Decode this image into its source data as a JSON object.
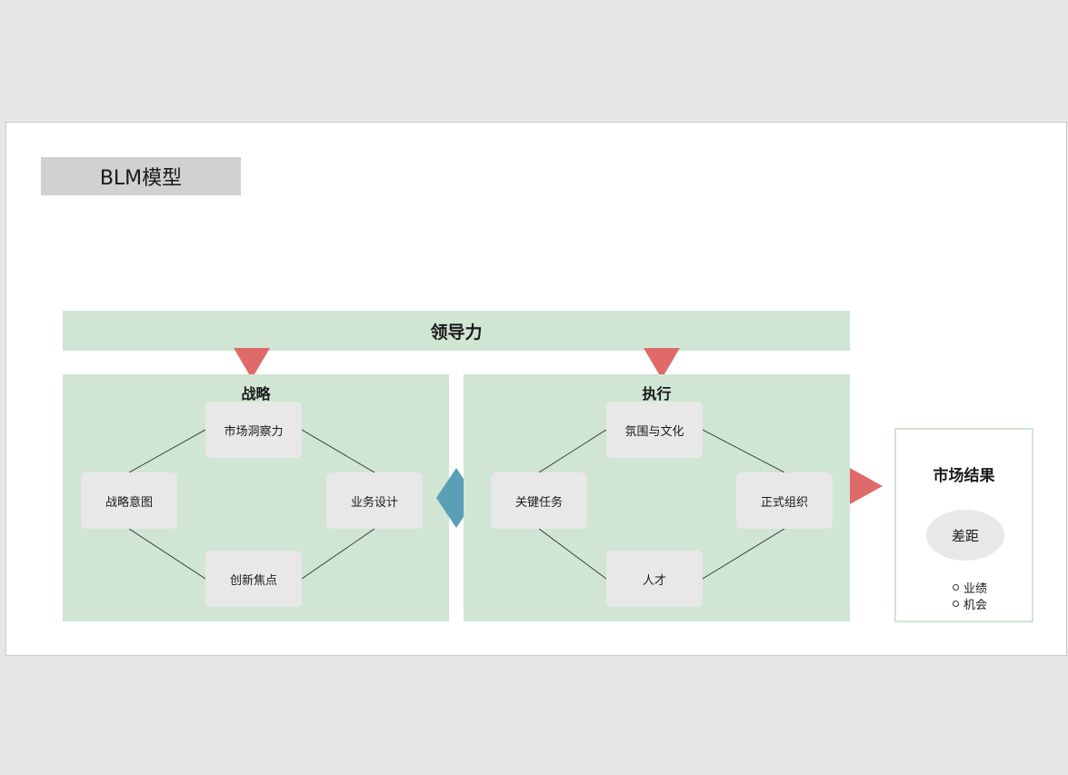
{
  "title": "BLM模型",
  "leadership": "领导力",
  "strategy": {
    "title": "战略",
    "top": "市场洞察力",
    "left": "战略意图",
    "right": "业务设计",
    "bottom": "创新焦点"
  },
  "execution": {
    "title": "执行",
    "top": "氛围与文化",
    "left": "关键任务",
    "right": "正式组织",
    "bottom": "人才"
  },
  "result": {
    "title": "市场结果",
    "gap": "差距",
    "items": [
      "业绩",
      "机会"
    ]
  },
  "colors": {
    "panel": "#d0e5d4",
    "node": "#e8e8e8",
    "arrow": "#e06a6a",
    "diamond": "#5a9fb5",
    "title_box": "#d0d1d3"
  }
}
